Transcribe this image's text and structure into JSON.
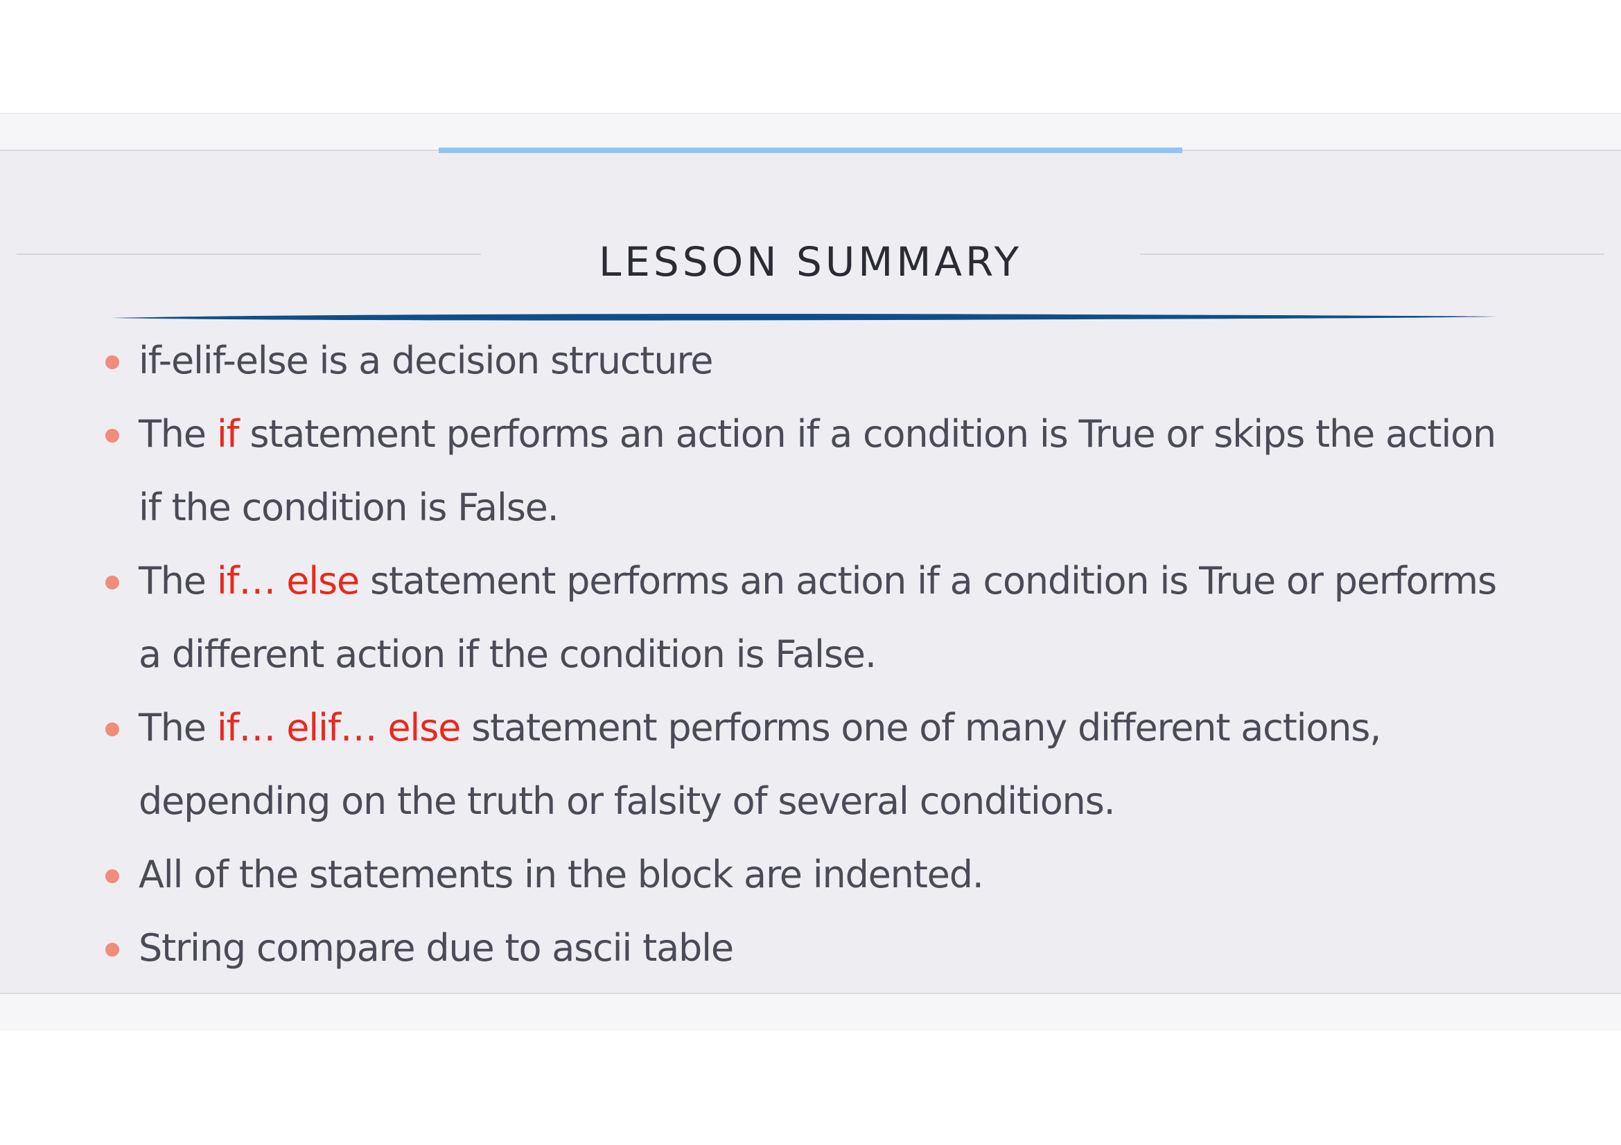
{
  "slide": {
    "title": "LESSON SUMMARY",
    "colors": {
      "background": "#eeeef2",
      "accent_bar": "#8ec5f5",
      "brush": "#0e4f8a",
      "bullet_dot": "#f08c7a",
      "keyword": "#e8291c",
      "text": "#4b4b57"
    },
    "bullets": [
      {
        "lines": [
          {
            "parts": [
              {
                "text": "if-elif-else is a decision structure",
                "kw": false
              }
            ]
          }
        ]
      },
      {
        "lines": [
          {
            "parts": [
              {
                "text": "The ",
                "kw": false
              },
              {
                "text": "if",
                "kw": true
              },
              {
                "text": " statement performs an action if a condition is True or skips the action",
                "kw": false
              }
            ]
          },
          {
            "parts": [
              {
                "text": "if the condition is False.",
                "kw": false
              }
            ]
          }
        ]
      },
      {
        "lines": [
          {
            "parts": [
              {
                "text": "The ",
                "kw": false
              },
              {
                "text": "if… else",
                "kw": true
              },
              {
                "text": " statement performs an action if a condition is True or performs",
                "kw": false
              }
            ]
          },
          {
            "parts": [
              {
                "text": "a different action if the condition is False.",
                "kw": false
              }
            ]
          }
        ]
      },
      {
        "lines": [
          {
            "parts": [
              {
                "text": "The ",
                "kw": false
              },
              {
                "text": "if… elif… else",
                "kw": true
              },
              {
                "text": " statement performs one of many different actions,",
                "kw": false
              }
            ]
          },
          {
            "parts": [
              {
                "text": "depending on the truth or falsity of several conditions.",
                "kw": false
              }
            ]
          }
        ]
      },
      {
        "lines": [
          {
            "parts": [
              {
                "text": "All of the statements in the block are indented.",
                "kw": false
              }
            ]
          }
        ]
      },
      {
        "lines": [
          {
            "parts": [
              {
                "text": "String compare due to ascii table",
                "kw": false
              }
            ]
          }
        ]
      }
    ]
  }
}
